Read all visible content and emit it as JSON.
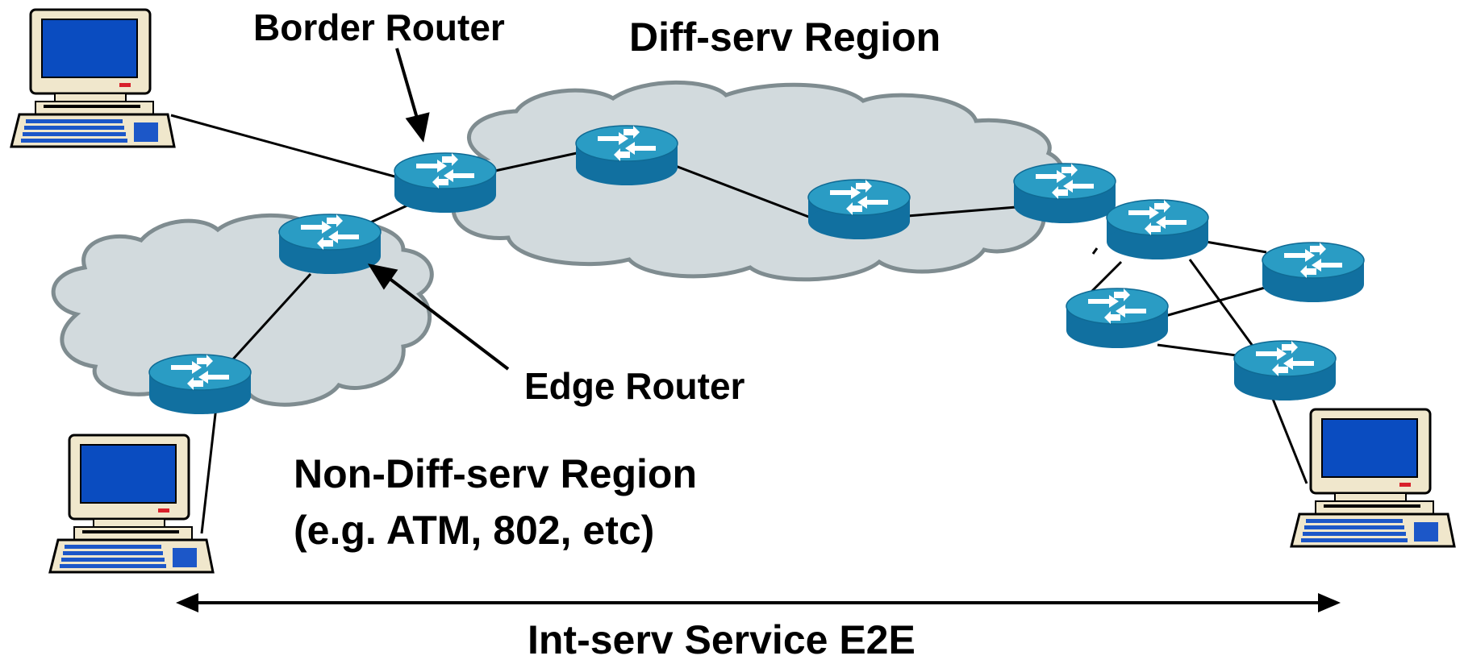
{
  "labels": {
    "border_router": "Border Router",
    "diffserv_region": "Diff-serv Region",
    "edge_router": "Edge Router",
    "non_diffserv_region": "Non-Diff-serv Region",
    "non_diffserv_examples": "(e.g. ATM, 802, etc)",
    "intserv_service": "Int-serv Service E2E"
  },
  "icons": {
    "router": "router-icon",
    "host": "desktop-computer-icon",
    "cloud": "cloud-icon"
  },
  "colors": {
    "router_top": "#2a9cc4",
    "router_side": "#1170a0",
    "cloud_fill": "#d2dadd",
    "cloud_stroke": "#7f8c90",
    "monitor_screen": "#0a4cc0",
    "computer_body": "#f0e7cc",
    "keyboard_keys": "#1c57c8",
    "line": "#000000"
  }
}
